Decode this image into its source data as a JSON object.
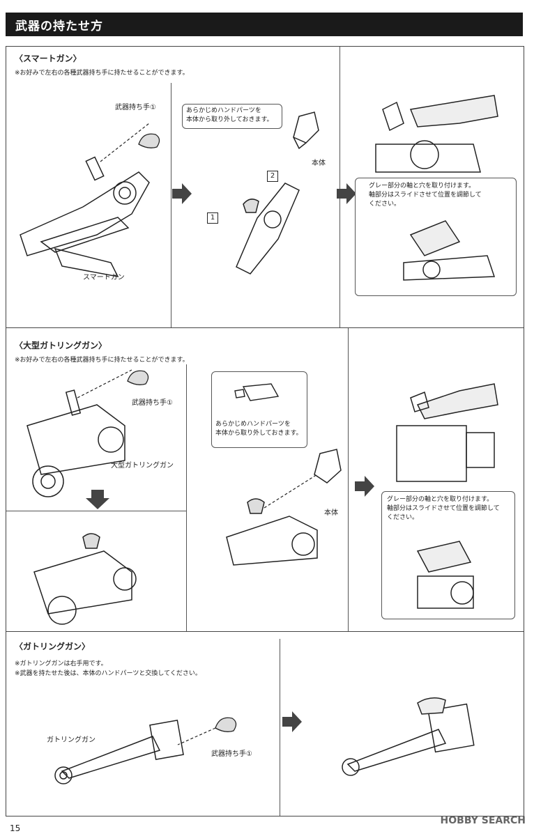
{
  "page_title": "武器の持たせ方",
  "section1": {
    "title": "〈スマートガン〉",
    "note": "※お好みで左右の各種武器持ち手に持たせることができます。",
    "label_hand": "武器持ち手①",
    "label_weapon": "スマートガン",
    "callout1": "あらかじめハンドパーツを\n本体から取り外しておきます。",
    "label_body": "本体",
    "step1": "1",
    "step2": "2",
    "callout2": "グレー部分の軸と穴を取り付けます。\n軸部分はスライドさせて位置を調節して\nください。"
  },
  "section2": {
    "title": "〈大型ガトリングガン〉",
    "note": "※お好みで左右の各種武器持ち手に持たせることができます。",
    "label_hand": "武器持ち手①",
    "label_weapon": "大型ガトリングガン",
    "callout1": "あらかじめハンドパーツを\n本体から取り外しておきます。",
    "label_body": "本体",
    "callout2": "グレー部分の軸と穴を取り付けます。\n軸部分はスライドさせて位置を調節して\nください。"
  },
  "section3": {
    "title": "〈ガトリングガン〉",
    "note1": "※ガトリングガンは右手用です。",
    "note2": "※武器を持たせた後は、本体のハンドパーツと交換してください。",
    "label_weapon": "ガトリングガン",
    "label_hand": "武器持ち手①"
  },
  "page_number": "15",
  "watermark": "HOBBY SEARCH"
}
